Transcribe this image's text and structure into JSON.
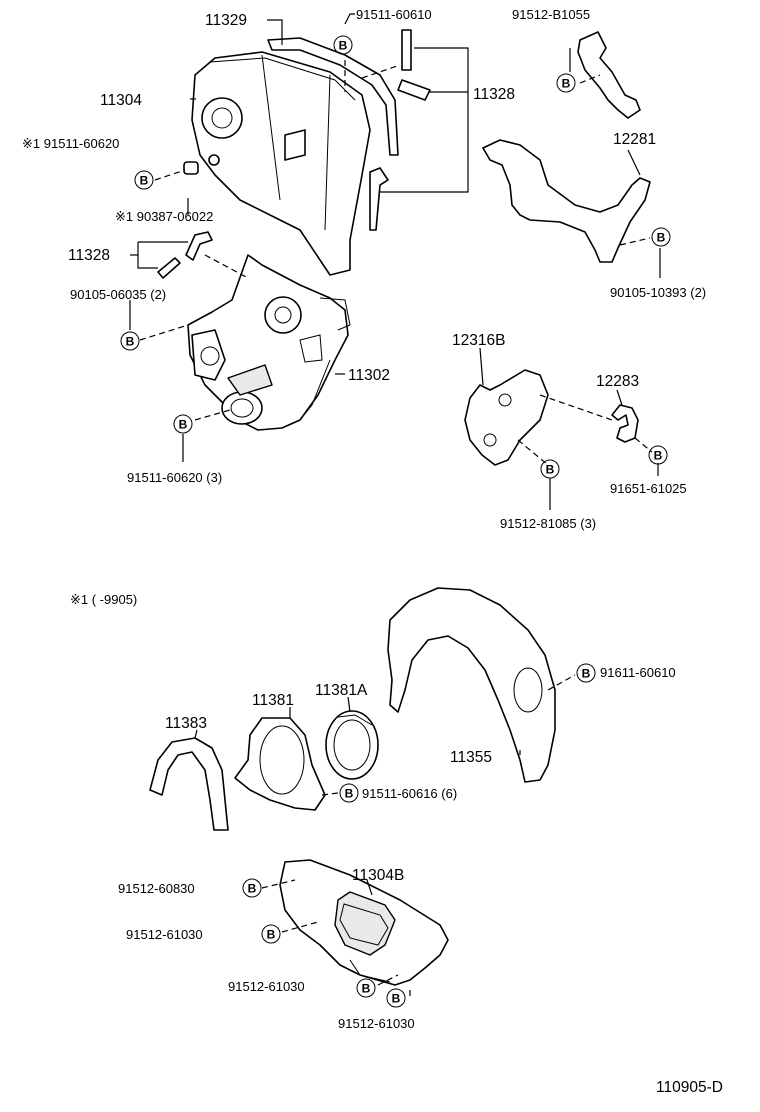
{
  "labels": {
    "p11329": "11329",
    "p91511_60610": "91511-60610",
    "p91512_b1055": "91512-B1055",
    "p11304": "11304",
    "p11328_top": "11328",
    "star1_91511_60620": "※1 91511-60620",
    "p12281": "12281",
    "star1_90387_06022": "※1 90387-06022",
    "p11328_left": "11328",
    "p90105_10393": "90105-10393 (2)",
    "p90105_06035": "90105-06035 (2)",
    "p12316b": "12316B",
    "p11302": "11302",
    "p12283": "12283",
    "p91511_60620_3": "91511-60620 (3)",
    "p91651_61025": "91651-61025",
    "p91512_81085": "91512-81085 (3)",
    "note_star1": "※1 (       -9905)",
    "p91611_60610": "91611-60610",
    "p11381": "11381",
    "p11381a": "11381A",
    "p11383": "11383",
    "p11355": "11355",
    "p91511_60616": "91511-60616 (6)",
    "p11304b": "11304B",
    "p91512_60830": "91512-60830",
    "p91512_61030_a": "91512-61030",
    "p91512_61030_b": "91512-61030",
    "p91512_61030_c": "91512-61030",
    "figure_code": "110905-D"
  },
  "bolt_marker": "B"
}
